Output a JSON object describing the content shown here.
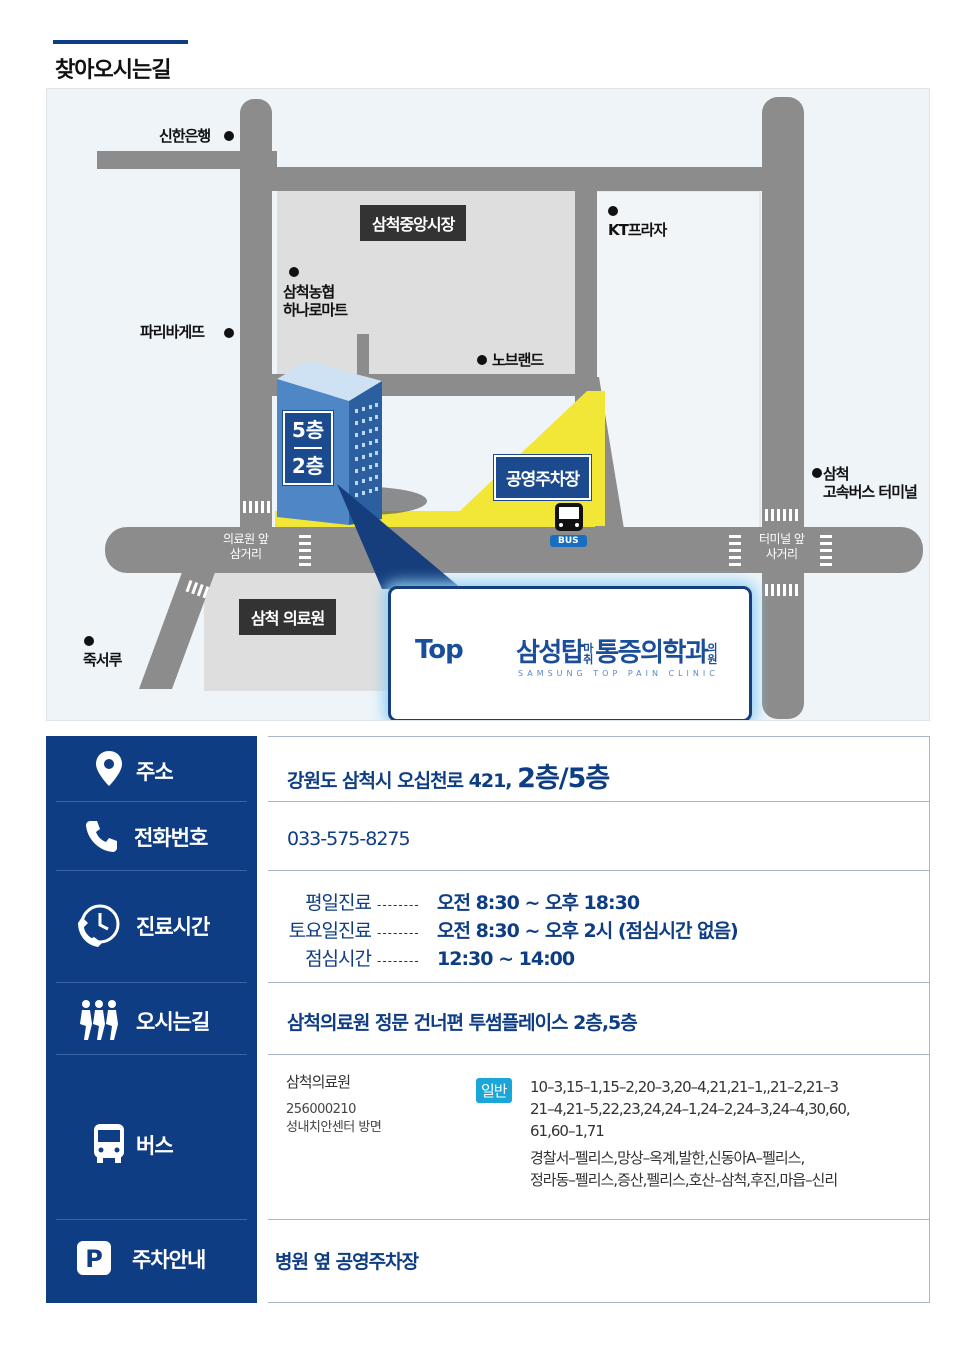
{
  "title": "찾아오시는길",
  "map": {
    "labels": {
      "shinhan": "신한은행",
      "paris": "파리바게뜨",
      "nonghyup": "삼척농협\n하나로마트",
      "noblend": "노브랜드",
      "kt": "KT프라자",
      "terminal": "삼척\n고속버스 터미널",
      "jukseoru": "죽서루",
      "hospital_intersection": "의료원 앞\n삼거리",
      "terminal_intersection": "터미널 앞\n사거리"
    },
    "market": "삼척중앙시장",
    "parking": "공영주차장",
    "medical_center": "삼척 의료원",
    "floor_top": "5층",
    "floor_bottom": "2층",
    "bus_tag": "BUS",
    "clinic_name": "삼성탑마취통증의학과의원",
    "clinic_name_main": "삼성탑",
    "clinic_name_small": "마취",
    "clinic_name_rest": "통증의학과",
    "clinic_name_suffix": "의원",
    "clinic_sub": "SAMSUNG TOP PAIN CLINIC",
    "logo_text": "Top"
  },
  "info": {
    "address": {
      "label": "주소",
      "value": "강원도 삼척시 오십천로 421,",
      "floors": "2층/5층"
    },
    "phone": {
      "label": "전화번호",
      "value": "033-575-8275"
    },
    "hours": {
      "label": "진료시간",
      "dots": "--------",
      "rows": [
        {
          "key": "평일진료",
          "value": "오전 8:30 ~ 오후 18:30"
        },
        {
          "key": "토요일진료",
          "value": "오전 8:30 ~ 오후 2시 (점심시간 없음)"
        },
        {
          "key": "점심시간",
          "value": "12:30 ~ 14:00"
        }
      ]
    },
    "directions": {
      "label": "오시는길",
      "value": "삼척의료원 정문 건너편 투썸플레이스 2층,5층"
    },
    "bus": {
      "label": "버스",
      "stop_name": "삼척의료원",
      "stop_id": "256000210",
      "stop_direction": "성내치안센터 방면",
      "badge": "일반",
      "routes_line1": "10–3,15–1,15–2,20–3,20–4,21,21–1,,21–2,21–3",
      "routes_line2": "21–4,21–5,22,23,24,24–1,24–2,24–3,24–4,30,60,",
      "routes_line3": "61,60–1,71",
      "routes_line4": "경찰서–펠리스,망상–옥계,발한,신동아A–펠리스,",
      "routes_line5": "정라동–펠리스,증산,펠리스,호산–삼척,후진,마읍–신리"
    },
    "parking": {
      "label": "주차안내",
      "value": "병원 옆 공영주차장"
    }
  },
  "colors": {
    "navy": "#0e3d84",
    "road": "#8c8c8c",
    "block": "#e2e2e2",
    "yellow": "#f2e637",
    "badge": "#1aa7d8"
  }
}
